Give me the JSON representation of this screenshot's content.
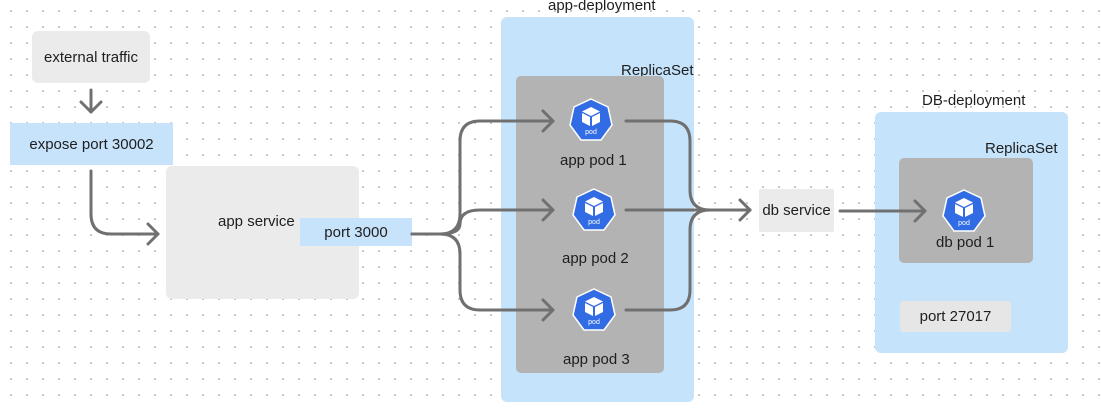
{
  "external_traffic": "external traffic",
  "expose_port": "expose port 30002",
  "app_service": {
    "label": "app service",
    "port": "port 3000"
  },
  "app_deployment": {
    "title": "app-deployment",
    "replicaset": "ReplicaSet",
    "pods": [
      "app pod 1",
      "app pod 2",
      "app pod 3"
    ]
  },
  "db_service": "db service",
  "db_deployment": {
    "title": "DB-deployment",
    "replicaset": "ReplicaSet",
    "pod": "db pod 1",
    "port": "port 27017"
  },
  "pod_icon_text": "pod",
  "colors": {
    "k8s_blue": "#326ce5",
    "deployment_bg": "#c5e3fb",
    "replicaset_bg": "#b3b3b3",
    "service_bg": "#ebebeb",
    "arrow": "#707070"
  }
}
